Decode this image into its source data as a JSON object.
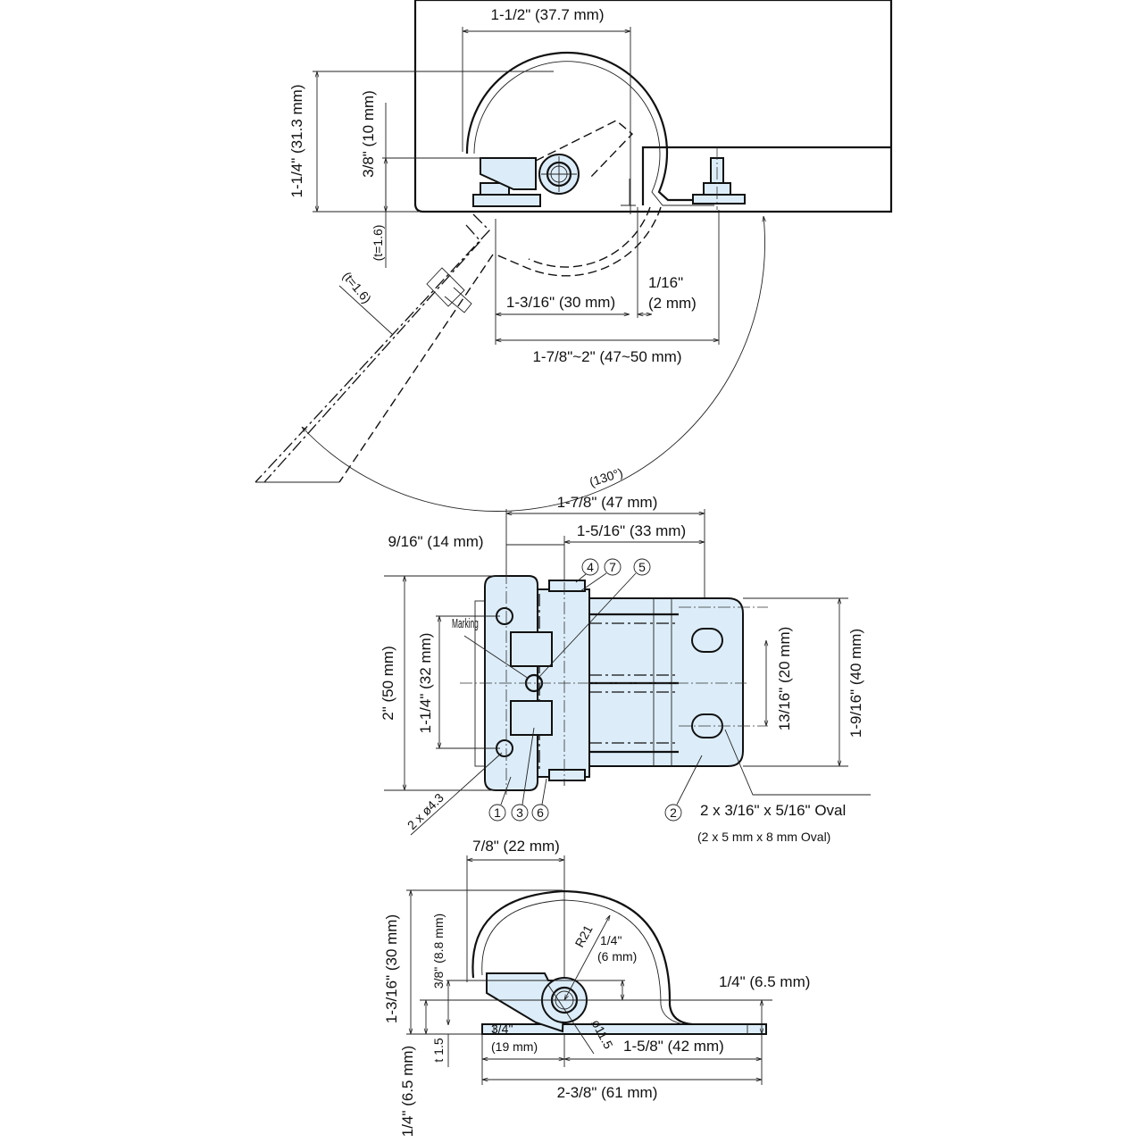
{
  "top_view": {
    "dim_width": "1-1/2\" (37.7 mm)",
    "dim_height": "1-1/4\" (31.3 mm)",
    "dim_pin_height": "3/8\" (10 mm)",
    "thickness_frame": "(t=1.6)",
    "thickness_door": "(t=1.6)",
    "dim_offset": "1-3/16\" (30 mm)",
    "dim_gap_in": "1/16\"",
    "dim_gap_mm": "(2 mm)",
    "dim_range": "1-7/8\"~2\" (47~50 mm)",
    "opening_angle": "(130°)"
  },
  "front_view": {
    "dim_total_width": "1-7/8\" (47 mm)",
    "dim_right": "1-5/16\" (33 mm)",
    "dim_left": "9/16\" (14 mm)",
    "dim_height": "2\" (50 mm)",
    "dim_hole_pitch": "1-1/4\" (32 mm)",
    "dim_oval_pitch": "13/16\" (20 mm)",
    "dim_plate_height": "1-9/16\" (40 mm)",
    "marking_label": "Marking",
    "holes_label": "2 x ø4.3",
    "oval_label_in": "2 x 3/16\" x 5/16\" Oval",
    "oval_label_mm": "(2 x 5 mm x 8 mm Oval)",
    "part_numbers": [
      "1",
      "2",
      "3",
      "4",
      "5",
      "6",
      "7"
    ]
  },
  "side_view": {
    "dim_width_top": "7/8\" (22 mm)",
    "dim_height": "1-3/16\" (30 mm)",
    "dim_block": "3/8\" (8.8 mm)",
    "radius": "R21",
    "dim_pin_in": "1/4\"",
    "dim_pin_mm": "(6 mm)",
    "dim_foot_right": "1/4\" (6.5 mm)",
    "dim_left_in": "3/4\"",
    "dim_left_mm": "(19 mm)",
    "diameter": "ø11.5",
    "dim_right": "1-5/8\" (42 mm)",
    "dim_total": "2-3/8\" (61 mm)",
    "thickness": "t 1.5",
    "dim_foot_left": "1/4\" (6.5 mm)"
  },
  "colors": {
    "part_fill": "#dcedf9",
    "line": "#111111"
  }
}
